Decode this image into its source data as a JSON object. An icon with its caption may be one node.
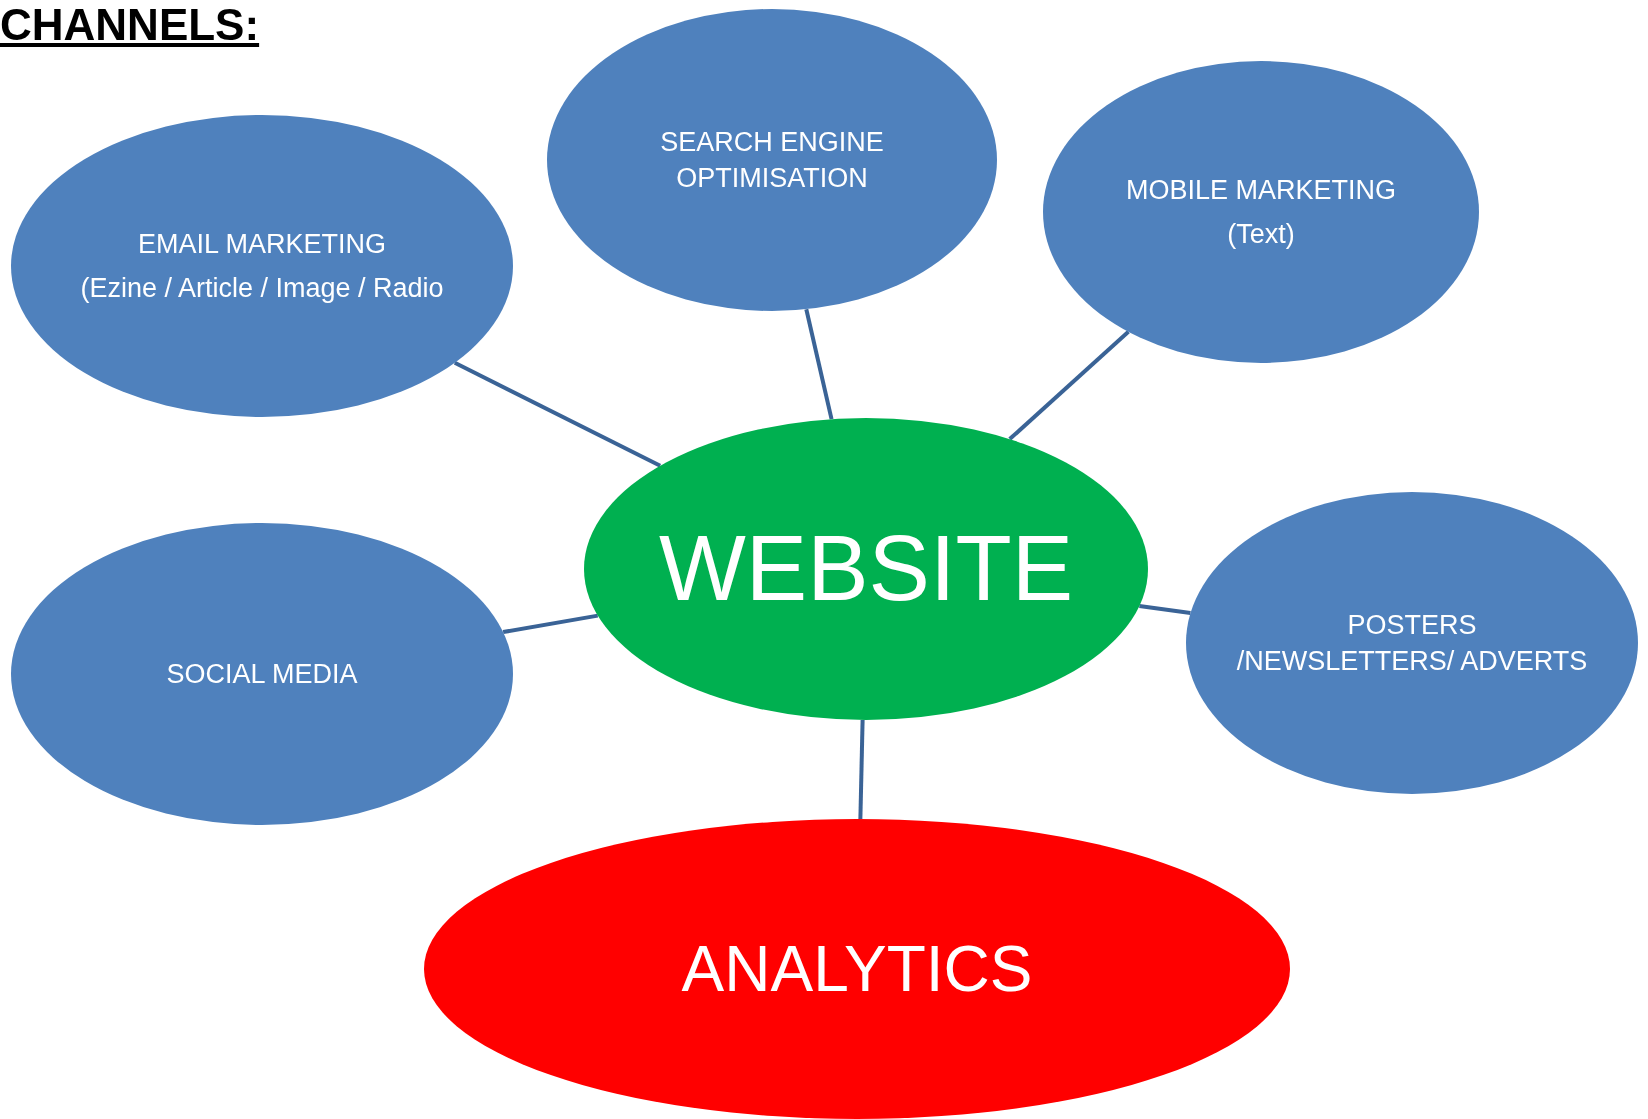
{
  "diagram": {
    "title": "CHANNELS:",
    "nodes": [
      {
        "text": [
          "EMAIL MARKETING",
          "(Ezine / Article / Image / Radio"
        ]
      },
      {
        "text": [
          "SEARCH ENGINE OPTIMISATION"
        ]
      },
      {
        "text": [
          "MOBILE MARKETING",
          "(Text)"
        ]
      },
      {
        "text": [
          "WEBSITE"
        ]
      },
      {
        "text": [
          "SOCIAL MEDIA"
        ]
      },
      {
        "text": [
          "POSTERS /NEWSLETTERS/ ADVERTS"
        ]
      },
      {
        "text": [
          "ANALYTICS"
        ]
      }
    ],
    "edges": [
      {
        "from": 3,
        "to": 0,
        "arrow": "none"
      },
      {
        "from": 3,
        "to": 1,
        "arrow": "none"
      },
      {
        "from": 3,
        "to": 2,
        "arrow": "none"
      },
      {
        "from": 3,
        "to": 4,
        "arrow": "none"
      },
      {
        "from": 3,
        "to": 5,
        "arrow": "none"
      },
      {
        "from": 3,
        "to": 6,
        "arrow": "none"
      }
    ]
  }
}
